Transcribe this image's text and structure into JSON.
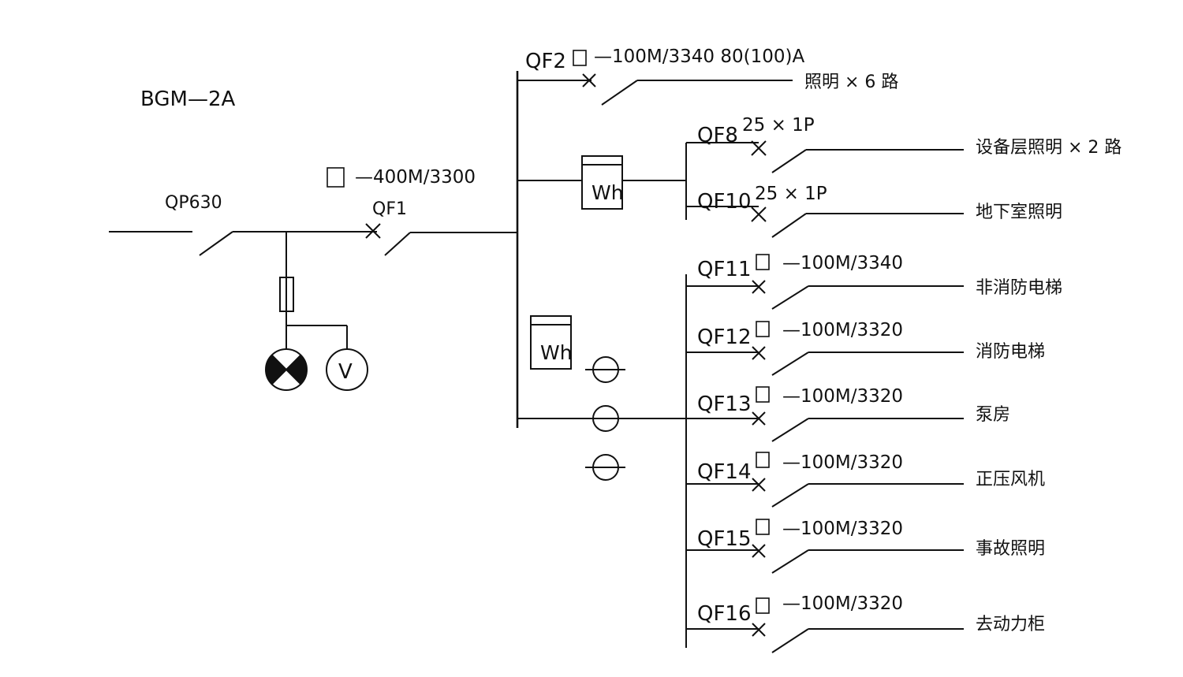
{
  "panel_id": "BGM—2A",
  "incoming": {
    "switch": "QP630",
    "breaker": "QF1",
    "breaker_spec": "—400M/3300"
  },
  "meter_label": "Wh",
  "voltmeter_label": "V",
  "qf2": {
    "id": "QF2",
    "spec": "—100M/3340  80(100)A",
    "circuit": "照明 × 6 路"
  },
  "sub_lighting": [
    {
      "id": "QF8",
      "spec": "25 × 1P",
      "circuit": "设备层照明 × 2 路"
    },
    {
      "id": "QF10",
      "spec": "25 × 1P",
      "circuit": "地下室照明"
    }
  ],
  "feeders": [
    {
      "id": "QF11",
      "spec": "—100M/3340",
      "circuit": "非消防电梯"
    },
    {
      "id": "QF12",
      "spec": "—100M/3320",
      "circuit": "消防电梯"
    },
    {
      "id": "QF13",
      "spec": "—100M/3320",
      "circuit": "泵房"
    },
    {
      "id": "QF14",
      "spec": "—100M/3320",
      "circuit": "正压风机"
    },
    {
      "id": "QF15",
      "spec": "—100M/3320",
      "circuit": "事故照明"
    },
    {
      "id": "QF16",
      "spec": "—100M/3320",
      "circuit": "去动力柜"
    }
  ]
}
